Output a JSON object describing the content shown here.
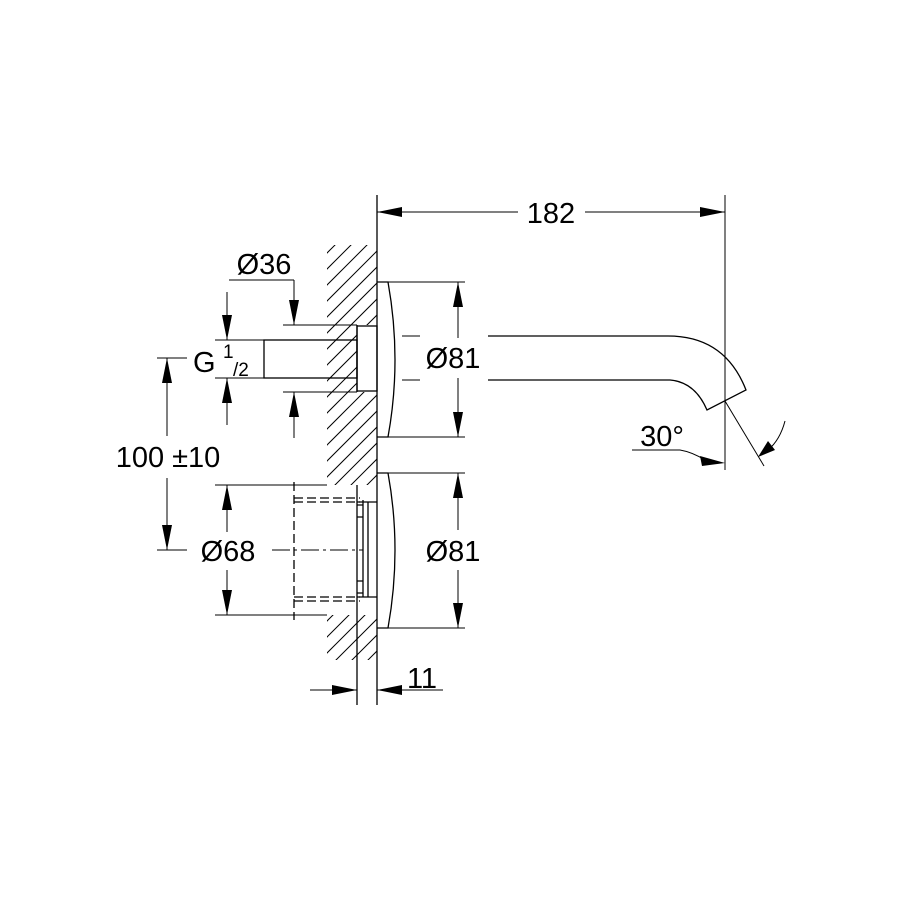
{
  "drawing": {
    "dimensions": {
      "overall_length": "182",
      "inlet_diameter": "Ø36",
      "thread": {
        "prefix": "G",
        "num": "1",
        "den": "/2"
      },
      "spacing": "100 ±10",
      "body_diameter": "Ø68",
      "escutcheon_upper": "Ø81",
      "escutcheon_lower": "Ø81",
      "wall_offset": "11",
      "spout_angle": "30°"
    },
    "stroke_color": "#000000",
    "background_color": "#ffffff"
  }
}
